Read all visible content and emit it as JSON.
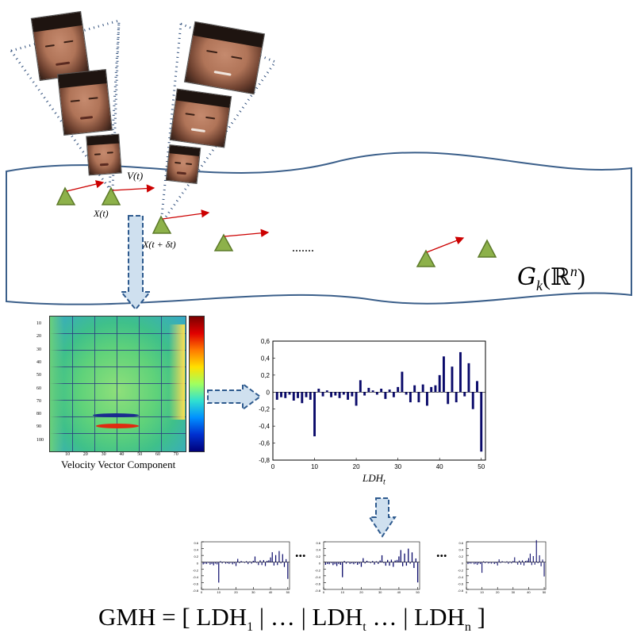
{
  "labels": {
    "velocity_t": "V(t)",
    "point_t": "X(t)",
    "point_t_dt": "X(t + δt)",
    "ellipsis_manifold": ".......",
    "manifold_name": "G",
    "manifold_sub": "k",
    "manifold_arg": "(ℝ",
    "manifold_sup": "n",
    "manifold_close": ")",
    "heatmap_caption": "Velocity Vector Component",
    "ldh_label": "LDH",
    "ldh_sub": "t",
    "small_dots_1": "...",
    "small_dots_2": "...",
    "gmh_formula": "GMH  =  [ LDH",
    "gmh_1": "1",
    "gmh_mid1": " | … | LDH",
    "gmh_t": "t",
    "gmh_mid2": " …    | LDH",
    "gmh_n": "n",
    "gmh_end": " ]"
  },
  "heatmap": {
    "y_ticks": [
      "10",
      "20",
      "30",
      "40",
      "50",
      "60",
      "70",
      "80",
      "90",
      "100"
    ],
    "x_ticks": [
      "10",
      "20",
      "30",
      "40",
      "50",
      "60",
      "70"
    ]
  },
  "colors": {
    "triangle_fill": "#8db14a",
    "triangle_stroke": "#5d7a2a",
    "arrow_red": "#cc0000",
    "manifold_stroke": "#3b5f8a",
    "cone_dots": "#2e4d7a",
    "bar_color": "#0a0a6a",
    "big_arrow_fill": "#cfe0ef",
    "big_arrow_stroke": "#2e5a8e"
  },
  "chart_data": {
    "type": "bar",
    "xlabel": "LDH_t",
    "ylabel": "",
    "xlim": [
      0,
      51
    ],
    "ylim": [
      -0.8,
      0.6
    ],
    "x_ticks": [
      "0",
      "10",
      "20",
      "30",
      "40",
      "50"
    ],
    "y_ticks": [
      "0.6",
      "0.4",
      "0.2",
      "0",
      "-0.2",
      "-0.4",
      "-0.6",
      "-0.8"
    ],
    "x": [
      1,
      2,
      3,
      4,
      5,
      6,
      7,
      8,
      9,
      10,
      11,
      12,
      13,
      14,
      15,
      16,
      17,
      18,
      19,
      20,
      21,
      22,
      23,
      24,
      25,
      26,
      27,
      28,
      29,
      30,
      31,
      32,
      33,
      34,
      35,
      36,
      37,
      38,
      39,
      40,
      41,
      42,
      43,
      44,
      45,
      46,
      47,
      48,
      49,
      50
    ],
    "values": [
      -0.09,
      -0.06,
      -0.07,
      -0.03,
      -0.1,
      -0.07,
      -0.13,
      -0.06,
      -0.09,
      -0.52,
      0.04,
      -0.05,
      0.02,
      -0.06,
      -0.04,
      -0.07,
      -0.03,
      -0.09,
      -0.05,
      -0.16,
      0.14,
      -0.04,
      0.05,
      0.02,
      -0.03,
      0.04,
      -0.08,
      0.03,
      -0.06,
      0.06,
      0.24,
      -0.03,
      -0.12,
      0.08,
      -0.12,
      0.09,
      -0.16,
      0.06,
      0.08,
      0.2,
      0.42,
      -0.14,
      0.3,
      -0.12,
      0.47,
      -0.05,
      0.34,
      -0.2,
      0.13,
      -0.7
    ]
  }
}
